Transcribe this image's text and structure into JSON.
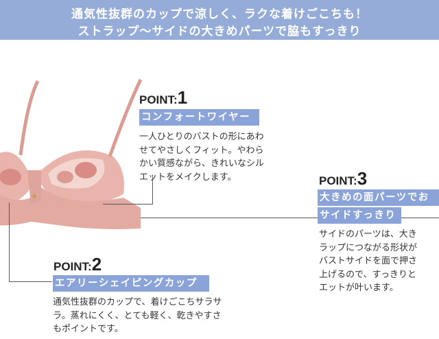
{
  "banner": {
    "line1": "通気性抜群のカップで涼しく、ラクな着けごこちも！",
    "line2": "ストラップ〜サイドの大きめパーツで脇もすっきり"
  },
  "points": [
    {
      "prefix": "POINT:",
      "number": "1",
      "title": "コンフォートワイヤー",
      "lines": [
        "一人ひとりのバストの形にあわ",
        "せてやさしくフィット。やわら",
        "かい質感ながら、きれいなシル",
        "エットをメイクします。"
      ]
    },
    {
      "prefix": "POINT:",
      "number": "2",
      "title": "エアリーシェイピングカップ",
      "lines": [
        "通気性抜群のカップで、着けごこちサラサ",
        "ラ。蒸れにくく、とても軽く、乾きやすさ",
        "もポイントです。"
      ]
    },
    {
      "prefix": "POINT:",
      "number": "3",
      "title_lines": [
        "大きめの面パーツでお",
        "サイドすっきり"
      ],
      "lines": [
        "サイドのパーツは、大き",
        "ラップにつながる形状が",
        "バストサイドを面で押さ",
        "上げるので、すっきりと",
        "エットが叶います。"
      ]
    }
  ],
  "colors": {
    "banner": "#95acd9",
    "label": "#8aa3d8",
    "product": "#e8b8b0"
  }
}
